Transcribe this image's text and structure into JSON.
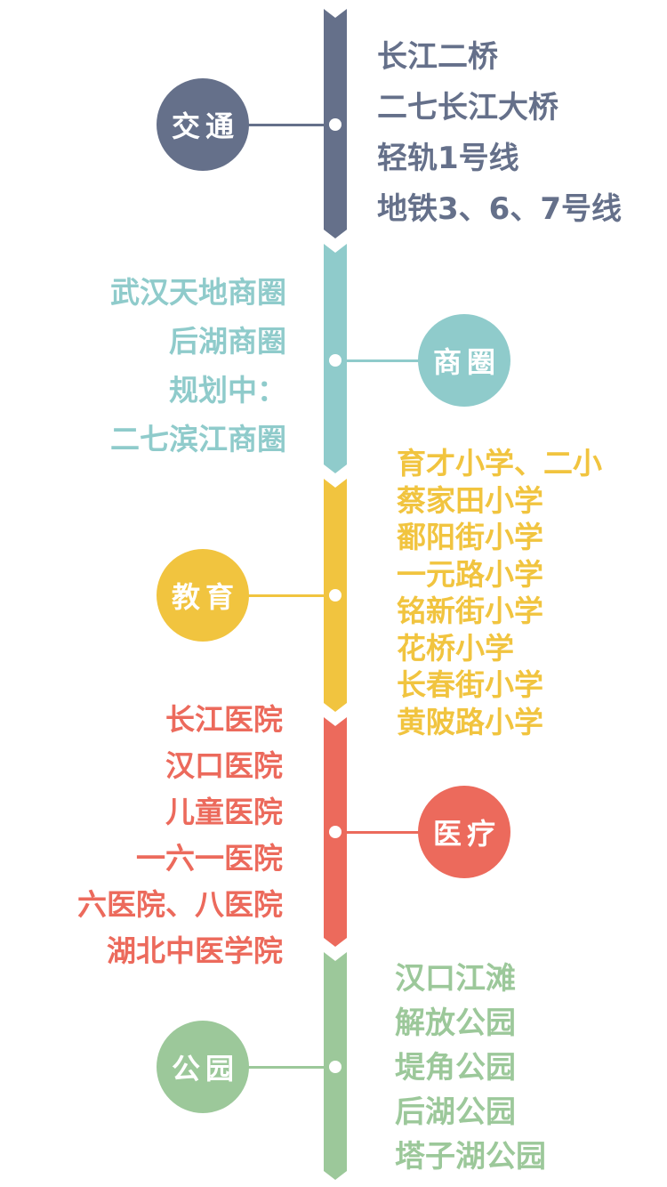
{
  "categories": [
    {
      "label": "交通",
      "color": "#65708a",
      "items": [
        "长江二桥",
        "二七长江大桥",
        "轻轨1号线",
        "地铁3、6、7号线"
      ]
    },
    {
      "label": "商圈",
      "color": "#8fcbcb",
      "items": [
        "武汉天地商圈",
        "后湖商圈",
        "规划中：",
        "二七滨江商圈"
      ]
    },
    {
      "label": "教育",
      "color": "#f1c43f",
      "items": [
        "育才小学、二小",
        "蔡家田小学",
        "鄱阳街小学",
        "一元路小学",
        "铭新街小学",
        "花桥小学",
        "长春街小学",
        "黄陂路小学"
      ]
    },
    {
      "label": "医疗",
      "color": "#ec6a5c",
      "items": [
        "长江医院",
        "汉口医院",
        "儿童医院",
        "一六一医院",
        "六医院、八医院",
        "湖北中医学院"
      ]
    },
    {
      "label": "公园",
      "color": "#9cc89a",
      "items": [
        "汉口江滩",
        "解放公园",
        "堤角公园",
        "后湖公园",
        "塔子湖公园"
      ]
    }
  ]
}
